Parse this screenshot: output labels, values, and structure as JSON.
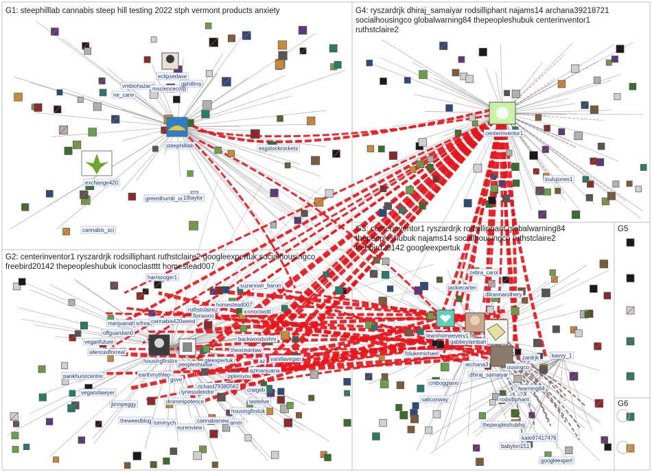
{
  "groups": [
    {
      "id": "G1",
      "title": "G1: steephilllab cannabis steep hill testing 2022 stph vermont products anxiety",
      "lines": []
    },
    {
      "id": "G2",
      "title": "G2: centerinventor1 ryszardrjk rodsilliphant ruthstclaire2 googleexpertuk socialhousingco",
      "lines": [
        "freebird20142 thepeopleshubuk iconoclastttt homestead007"
      ]
    },
    {
      "id": "G3",
      "title": "G3: centerinventor1 ryszardrjk rodsilliphant globalwarning84",
      "lines": [
        "thepeopleshubuk najams14 socialhousingco ruthstclaire2",
        "freebird20142 googleexpertuk"
      ]
    },
    {
      "id": "G4",
      "title": "G4: ryszardrjk dhiraj_samaiyar rodsilliphant najams14 archana39218721",
      "lines": [
        "socialhousingco globalwarning84 thepeopleshubuk centerinventor1",
        "ruthstclaire2"
      ]
    },
    {
      "id": "G5",
      "title": "G5",
      "lines": []
    },
    {
      "id": "G6",
      "title": "G6",
      "lines": []
    }
  ],
  "labels": {
    "steephilllab": "steephilllab",
    "exchange420": "exchange420",
    "eclipsedave": "eclipsedave",
    "vmbiohazard": "vmbiohazard",
    "ne_cann": "ne_cann",
    "msciencecorp": "msciencecorp",
    "gphillms": "gphillms",
    "esgstockrockets": "esgstockrockets",
    "greenthumb_one": "greenthumb_one",
    "taylor": "19taylor",
    "cannabis_sci": "cannabis_sci",
    "centerinventor1": "centerinventor1",
    "loulujones1": "loulujones1",
    "harrisroger1": "harrisroger1",
    "suzannah_baron": "suzannah_baron",
    "ruthstclaire2": "ruthstclaire2",
    "homestead007": "homestead007",
    "iconoclasttt": "iconoclasttt",
    "fionaooo": "fionaooo",
    "manjuanah": "manjuanah",
    "srfmac": "srfmac",
    "cannabis420weed": "cannabis420weed",
    "offguardian0": "offguardian0",
    "veganfuture": "veganfuture",
    "silencedforreal": "silencedforreal",
    "backwoodsohm": "backwoodsohm",
    "theoceanlaw": "theoceanlaw",
    "vanillavegan": "vanillavegan",
    "housingfirstire": "housingfirstire",
    "peopleshubuk": "peopleshubuk",
    "gleexpertuk": "gleexpertuk",
    "earthmythleg": "earthmythleg",
    "az": "az",
    "azmanjuana": "azmanjuana",
    "pankhurstcentre": "pankhurstcentre",
    "gove": "gove",
    "richard": "richard79380562",
    "ppleisyou": "ppleisyou",
    "veganxlawyer": "veganxlawyer",
    "lynessdeirdre": "lynessdeirdre",
    "craigeb": "craigeb",
    "jimnpeggy": "jimnpeggy",
    "drommipotence": "drommipotence",
    "tastelive": "tastelive",
    "theweedblog": "theweedblog",
    "tommych": "tommych",
    "housingfirstuk": "housingfirstuk",
    "cannabisnews": "cannabisnews",
    "eurenview": "eurenview",
    "amm": "amm",
    "zebra_carol": "zebra_carol",
    "jackiecarter": "jackiecarter",
    "dlirannarothery": "dlirannarothery",
    "teamhomeevery1": "teamhomeevery1",
    "gabbeylambah": "gabbeylambah",
    "folukemichael": "folukemichael",
    "archana3": "archana3",
    "ousingco": "ousingco",
    "zardrjk": "zardrjk",
    "dhiraj_samaiyar": "dhiraj_samaiyar",
    "kavvy_1": "kavvy_1",
    "cmboggiano": "cmboggiano",
    "rodsilliphant": "rodsilliphant",
    "globalwarning84": "lwarning84",
    "saliconway": "saliconway",
    "thepeopleshubhq": "thepeopleshubhq",
    "kate97417476": "kate97417476",
    "babylon151": "babylon151",
    "googleexpert": "googleexpert"
  },
  "colors": {
    "edge_red": "#e8161b",
    "edge_gray": "#9a9a9a",
    "edge_dark": "#7a5a5a",
    "frame": "#bdbdbd",
    "label_text": "#0f2a7a",
    "node_green": "#3a8a2a"
  }
}
